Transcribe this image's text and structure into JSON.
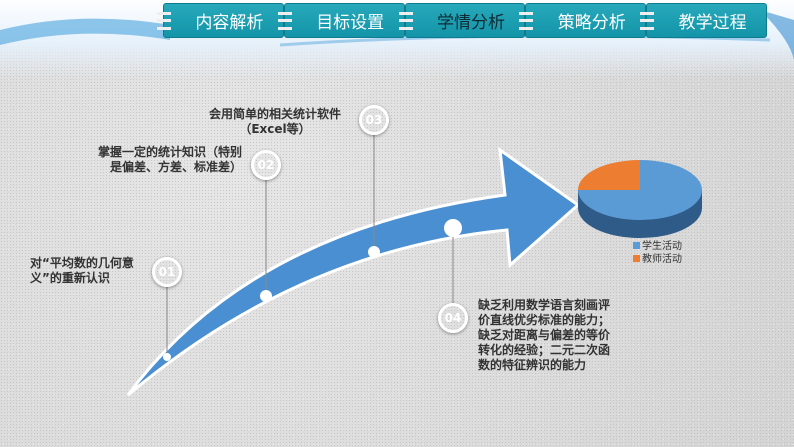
{
  "nav": {
    "tabs": [
      {
        "label": "内容解析"
      },
      {
        "label": "目标设置"
      },
      {
        "label": "学情分析",
        "active": true
      },
      {
        "label": "策略分析"
      },
      {
        "label": "教学过程"
      }
    ]
  },
  "steps": [
    {
      "num": "01",
      "text": "对“平均数的几何意义”的重新认识",
      "color": "#4a8fd1"
    },
    {
      "num": "02",
      "text": "掌握一定的统计知识（特别是偏差、方差、标准差）",
      "color": "#e87a2a"
    },
    {
      "num": "03",
      "text": "会用简单的相关统计软件（Excel等）",
      "color": "#e84048"
    },
    {
      "num": "04",
      "text": "缺乏利用数学语言刻画评价直线优劣标准的能力；缺乏对距离与偏差的等价转化的经验；二元二次函数的特征辨识的能力",
      "color": "#f0b400"
    }
  ],
  "chart_data": {
    "type": "pie",
    "three_d": true,
    "legend_position": "bottom-right",
    "categories": [
      "学生活动",
      "教师活动"
    ],
    "values": [
      75,
      25
    ],
    "colors": [
      "#5b9bd5",
      "#ed7d31"
    ]
  }
}
